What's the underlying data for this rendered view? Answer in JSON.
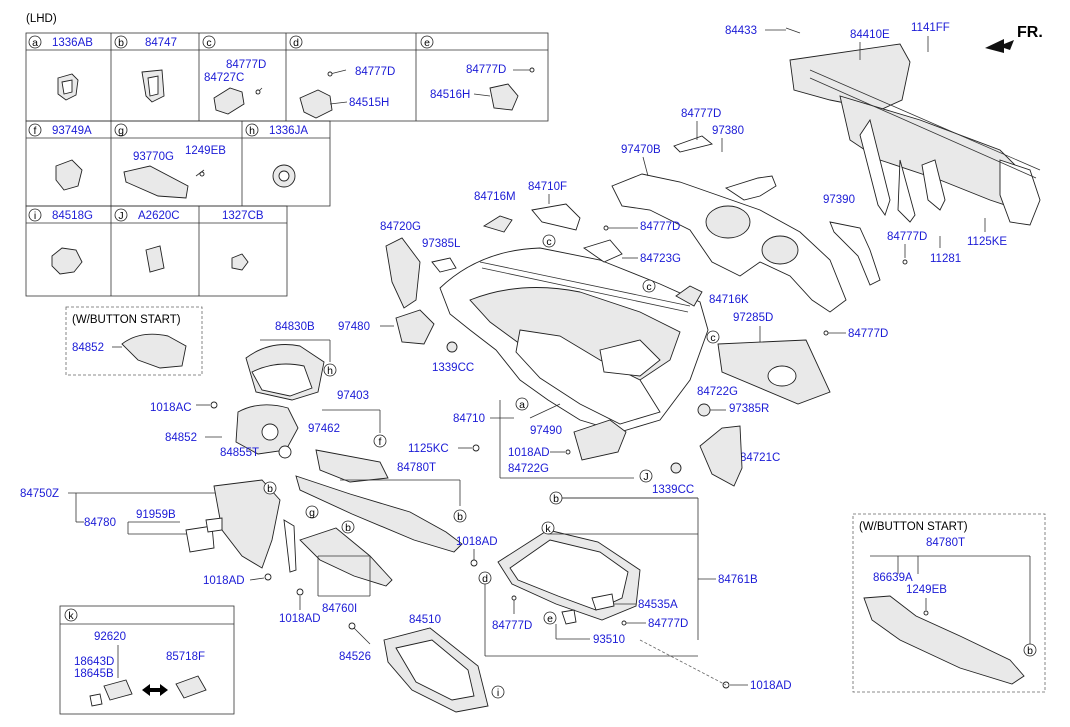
{
  "header": {
    "variant": "(LHD)",
    "direction": "FR."
  },
  "legend_cells": [
    {
      "letter": "a",
      "code": "1336AB"
    },
    {
      "letter": "b",
      "code": "84747"
    },
    {
      "letter": "c",
      "code": ""
    },
    {
      "letter": "d",
      "code": ""
    },
    {
      "letter": "e",
      "code": ""
    },
    {
      "letter": "f",
      "code": "93749A"
    },
    {
      "letter": "g",
      "code": ""
    },
    {
      "letter": "h",
      "code": "1336JA"
    },
    {
      "letter": "i",
      "code": "84518G"
    },
    {
      "letter": "J",
      "code": "A2620C"
    },
    {
      "letter": "",
      "code": "1327CB"
    }
  ],
  "legend_inner_labels": {
    "c_1": "84777D",
    "c_2": "84727C",
    "d_1": "84777D",
    "d_2": "84515H",
    "e_1": "84777D",
    "e_2": "84516H",
    "g_1": "93770G",
    "g_2": "1249EB"
  },
  "button_start_left": {
    "title": "(W/BUTTON START)",
    "part": "84852"
  },
  "button_start_right": {
    "title": "(W/BUTTON START)",
    "labels": [
      "84780T",
      "86639A",
      "1249EB"
    ],
    "callout": "b"
  },
  "kit_box": {
    "letter": "k",
    "labels": [
      "92620",
      "18643D",
      "18645B",
      "85718F"
    ]
  },
  "callout_letters": [
    "a",
    "b",
    "c",
    "d",
    "e",
    "f",
    "g",
    "h",
    "i",
    "J",
    "k"
  ],
  "labels": {
    "l84433": "84433",
    "l84410E": "84410E",
    "l1141FF": "1141FF",
    "l84777D_1": "84777D",
    "l97380": "97380",
    "l97470B": "97470B",
    "l84716M": "84716M",
    "l84710F": "84710F",
    "l84720G": "84720G",
    "l97385L": "97385L",
    "l84777D_2": "84777D",
    "l84723G": "84723G",
    "l97390": "97390",
    "l84777D_3": "84777D",
    "l1125KE": "1125KE",
    "l11281": "11281",
    "l84716K": "84716K",
    "l97285D": "97285D",
    "l84777D_4": "84777D",
    "l97480": "97480",
    "l1339CC_1": "1339CC",
    "l84830B": "84830B",
    "l1018AC": "1018AC",
    "l97403": "97403",
    "l84710": "84710",
    "l84722G_1": "84722G",
    "l97385R": "97385R",
    "l84852": "84852",
    "l84855T": "84855T",
    "l97462": "97462",
    "l1125KC": "1125KC",
    "l97490": "97490",
    "l1018AD_1": "1018AD",
    "l84722G_2": "84722G",
    "l84721C": "84721C",
    "l1339CC_2": "1339CC",
    "l84780T": "84780T",
    "l84750Z": "84750Z",
    "l91959B": "91959B",
    "l84780": "84780",
    "l1018AD_2": "1018AD",
    "l1018AD_3": "1018AD",
    "l84760I": "84760I",
    "l1018AD_4": "1018AD",
    "l84761B": "84761B",
    "l84535A": "84535A",
    "l84777D_5": "84777D",
    "l84777D_6": "84777D",
    "l93510": "93510",
    "l84510": "84510",
    "l84526": "84526",
    "l1018AD_5": "1018AD"
  },
  "colors": {
    "label": "#1b1bd6",
    "line": "#333333"
  }
}
